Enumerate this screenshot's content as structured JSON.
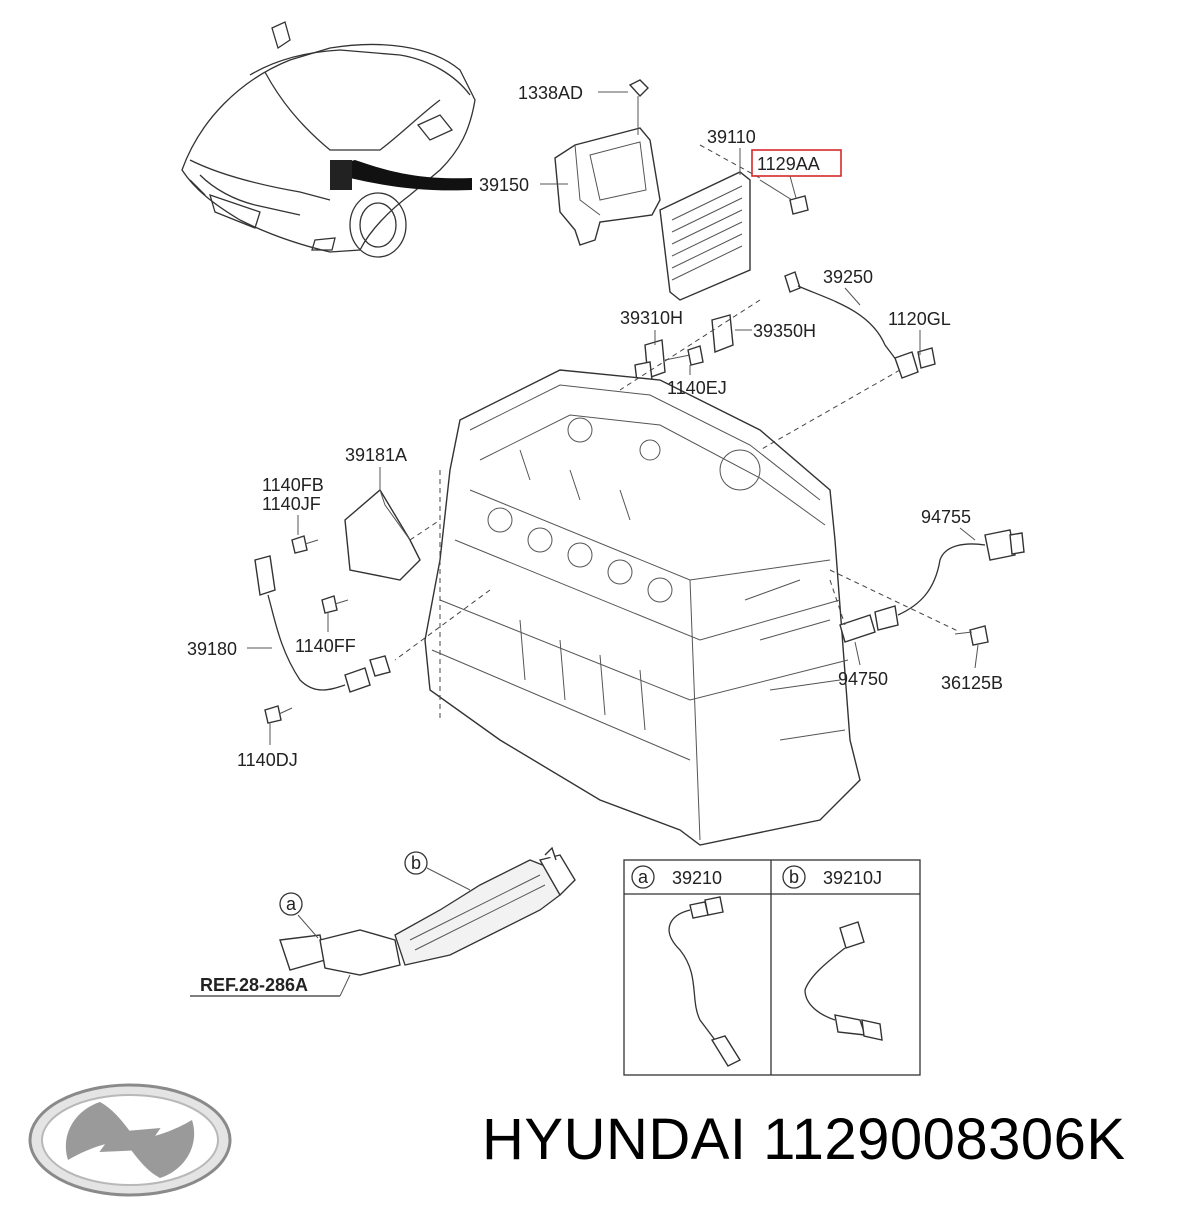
{
  "brand": {
    "name": "HYUNDAI",
    "part_number": "1129008306K",
    "logo_icon": "hyundai-logo"
  },
  "highlight_color": "#d62a2a",
  "callouts": {
    "c1338AD": "1338AD",
    "c39110": "39110",
    "c1129AA": "1129AA",
    "c39150": "39150",
    "c39250": "39250",
    "c39310H": "39310H",
    "c39350H": "39350H",
    "c1120GL": "1120GL",
    "c1140EJ": "1140EJ",
    "c39181A": "39181A",
    "c1140FB": "1140FB",
    "c1140JF": "1140JF",
    "c94755": "94755",
    "c39180": "39180",
    "c1140FF": "1140FF",
    "c94750": "94750",
    "c36125B": "36125B",
    "c1140DJ": "1140DJ",
    "ref": "REF.28-286A"
  },
  "markers": {
    "a": "a",
    "b": "b"
  },
  "inset": {
    "a": {
      "marker": "a",
      "part": "39210"
    },
    "b": {
      "marker": "b",
      "part": "39210J"
    }
  }
}
